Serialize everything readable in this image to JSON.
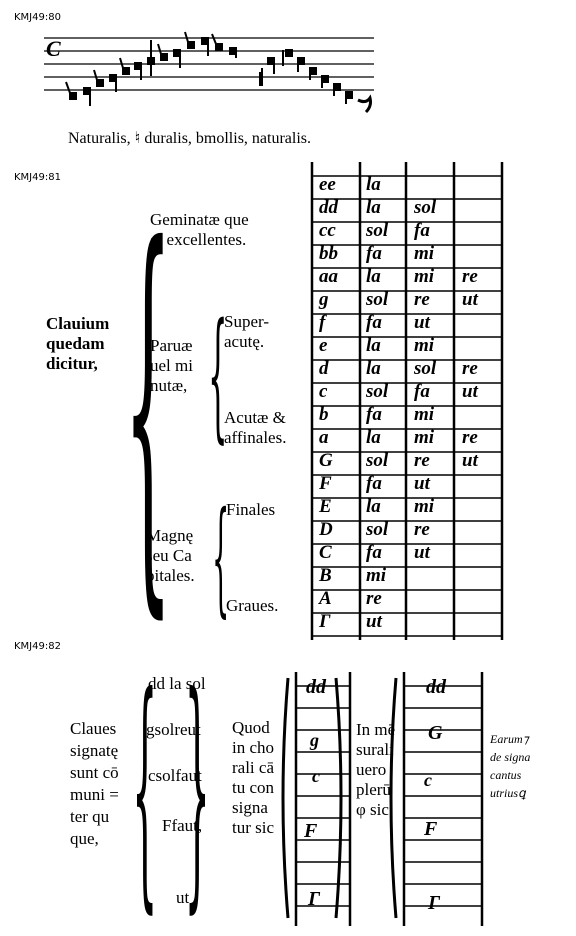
{
  "figure1": {
    "tag": "KMJ49:80",
    "caption": "Naturalis, ♮ duralis, bmollis, naturalis.",
    "clef": "C"
  },
  "figure2": {
    "tag": "KMJ49:81",
    "label_main": [
      "Clauium",
      "quedam",
      "dicitur,"
    ],
    "label_geminatae": [
      "Geminatæ que",
      "et excellentes."
    ],
    "label_paruae": [
      "Paruæ",
      "uel mi",
      "nutæ,"
    ],
    "label_superacute": [
      "Super-",
      "acutę."
    ],
    "label_acutae": [
      "Acutæ &",
      "affinales."
    ],
    "label_magnae": [
      "Magnę",
      "seu Ca",
      "pitales."
    ],
    "label_finales": "Finales",
    "label_graues": "Graues.",
    "rows": [
      [
        "ee",
        "la",
        "",
        ""
      ],
      [
        "dd",
        "la",
        "sol",
        ""
      ],
      [
        "cc",
        "sol",
        "fa",
        ""
      ],
      [
        "bb",
        "fa",
        "mi",
        ""
      ],
      [
        "aa",
        "la",
        "mi",
        "re"
      ],
      [
        "g",
        "sol",
        "re",
        "ut"
      ],
      [
        "f",
        "fa",
        "ut",
        ""
      ],
      [
        "e",
        "la",
        "mi",
        ""
      ],
      [
        "d",
        "la",
        "sol",
        "re"
      ],
      [
        "c",
        "sol",
        "fa",
        "ut"
      ],
      [
        "b",
        "fa",
        "mi",
        ""
      ],
      [
        "a",
        "la",
        "mi",
        "re"
      ],
      [
        "G",
        "sol",
        "re",
        "ut"
      ],
      [
        "F",
        "fa",
        "ut",
        ""
      ],
      [
        "E",
        "la",
        "mi",
        ""
      ],
      [
        "D",
        "sol",
        "re",
        ""
      ],
      [
        "C",
        "fa",
        "ut",
        ""
      ],
      [
        "B",
        "mi",
        "",
        ""
      ],
      [
        "A",
        "re",
        "",
        ""
      ],
      [
        "Γ",
        "ut",
        "",
        ""
      ]
    ]
  },
  "figure3": {
    "tag": "KMJ49:82",
    "col1": [
      "Claues",
      "signatę",
      "sunt cō",
      "muni =",
      "ter qu",
      "que,"
    ],
    "col2": [
      "dd la sol",
      "gsolreut",
      "csolfaut",
      "Ffaut,",
      "ut"
    ],
    "col3": [
      "Quod",
      "in cho",
      "rali cā",
      "tu con",
      "signa",
      "tur sic"
    ],
    "col4": [
      "In mē",
      "surali",
      "uero",
      "plerū",
      "φ sic,"
    ],
    "side_note": [
      "Earum⁊",
      "de signa",
      "cantus",
      "utriusꝗ"
    ],
    "staff_a_marks": [
      "dd",
      "g",
      "c",
      "F",
      "Γ"
    ],
    "staff_b_marks": [
      "dd",
      "G",
      "c",
      "F",
      "Γ"
    ]
  }
}
